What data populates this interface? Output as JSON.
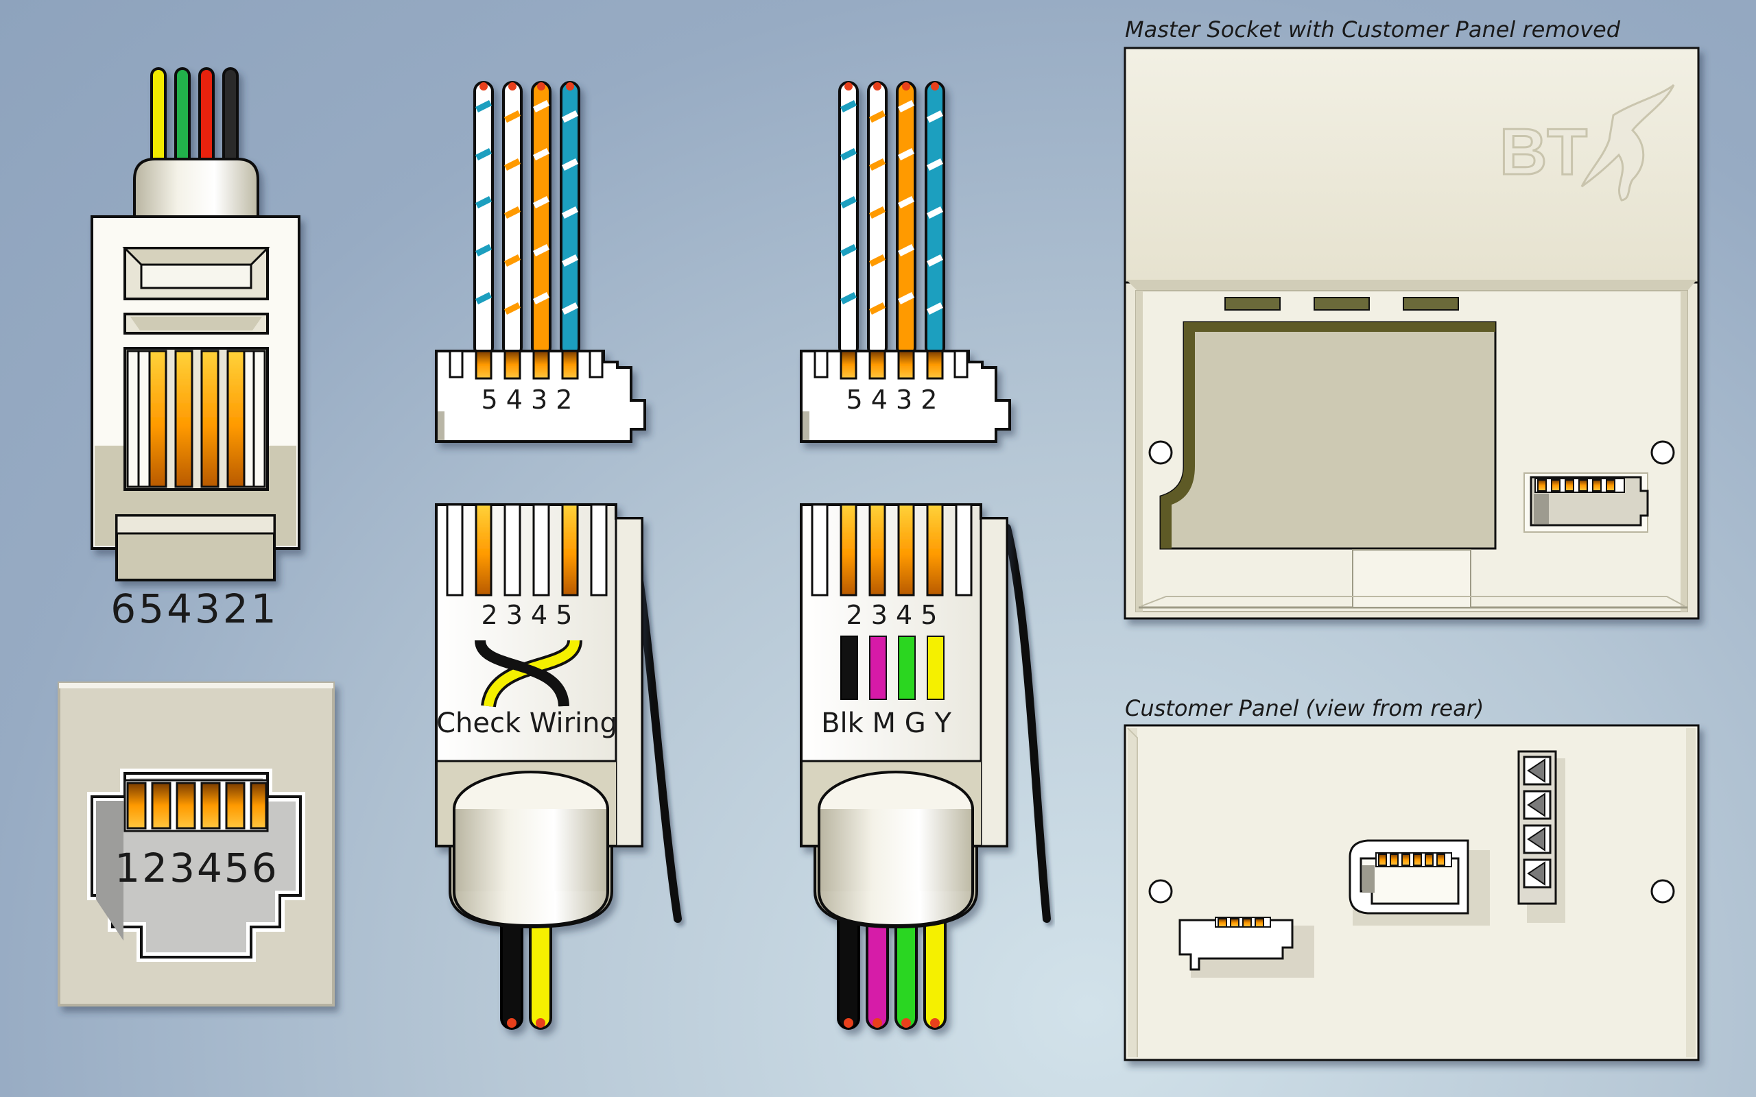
{
  "rj11_plug": {
    "pin_numbers": "654321",
    "wire_colors": [
      "#f2ea00",
      "#22b14c",
      "#e8200a",
      "#2a2a2a"
    ]
  },
  "rj11_socket": {
    "pin_numbers": "123456"
  },
  "idc_connector_left": {
    "pin_numbers": "5 4 3 2",
    "wire_stripes": [
      "#1f9fbf",
      "#ff9a00",
      "#ff9a00",
      "#1f9fbf"
    ]
  },
  "idc_connector_right": {
    "pin_numbers": "5 4 3 2",
    "wire_stripes": [
      "#1f9fbf",
      "#ff9a00",
      "#ff9a00",
      "#1f9fbf"
    ]
  },
  "plug_check_wiring": {
    "pin_numbers": "2 3 4 5",
    "label": "Check Wiring",
    "cable_colors": [
      "#111111",
      "#f5f000"
    ]
  },
  "plug_colour_code": {
    "pin_numbers": "2 3 4 5",
    "label": "Blk M G Y",
    "cable_colors": [
      "#111111",
      "#d61aa8",
      "#2bd620",
      "#f5f000"
    ]
  },
  "master_socket": {
    "caption": "Master Socket with Customer Panel removed",
    "logo_text": "BT"
  },
  "customer_panel": {
    "caption": "Customer Panel (view from rear)"
  },
  "colors": {
    "background": "#9fb3c9",
    "ivory": "#f1efe3",
    "beige": "#cfcbb4",
    "contact_gold": "#ff9800",
    "outline": "#111111"
  }
}
